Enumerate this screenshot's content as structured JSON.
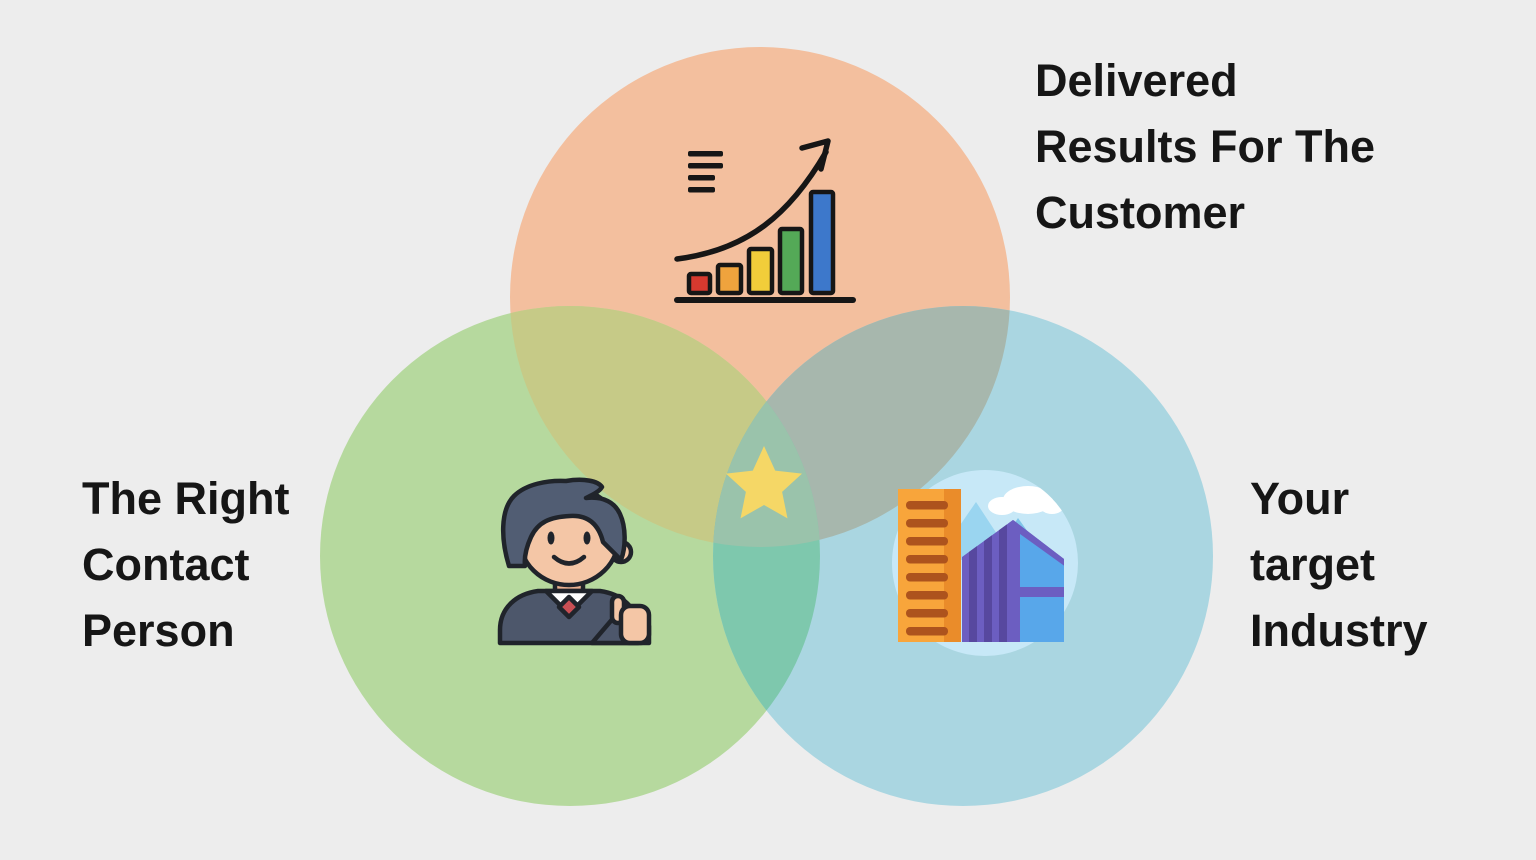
{
  "background_color": "#ededed",
  "diagram": {
    "type": "venn-3",
    "circles": [
      {
        "id": "delivered-results",
        "label": "Delivered Results For The Customer",
        "lines": [
          "Delivered",
          "Results For The",
          "Customer"
        ],
        "color": "#f3bf9e",
        "icon": "growth-chart-icon"
      },
      {
        "id": "right-contact-person",
        "label": "The Right Contact Person",
        "lines": [
          "The Right",
          "Contact",
          "Person"
        ],
        "color": "#b6d99e",
        "icon": "businessman-icon"
      },
      {
        "id": "your-target-industry",
        "label": "Your target Industry",
        "lines": [
          "Your",
          "target",
          "Industry"
        ],
        "color": "#aad6e1",
        "icon": "buildings-icon"
      }
    ],
    "overlaps": {
      "results_contact": "#c6ca87",
      "results_industry": "#a7b7ad",
      "contact_industry": "#7ec8ad",
      "center": "#9ac3ab"
    },
    "center_icon": "star-icon",
    "star_color": "#f5d766",
    "text_color": "#161616"
  },
  "icons": {
    "growth_chart": {
      "bar_colors": [
        "#d6392f",
        "#efa33d",
        "#f2cd3a",
        "#54a957",
        "#3d78cb"
      ],
      "line_color": "#161616"
    },
    "businessman": {
      "hair_color": "#515d73",
      "skin_color": "#f4c6a6",
      "suit_color": "#4d576b",
      "shirt_color": "#ffffff",
      "tie_color": "#c94f54",
      "outline_color": "#20242b"
    },
    "buildings": {
      "sky_color": "#c7e8f7",
      "cloud_color": "#ffffff",
      "mountain_color": "#9ad5f0",
      "orange_building": "#f8a53b",
      "orange_building_shade": "#ea8c2a",
      "window_color": "#ad531d",
      "purple_building": "#6c5ec1",
      "purple_stripe": "#57489f",
      "glass_color": "#58a7ea"
    }
  }
}
